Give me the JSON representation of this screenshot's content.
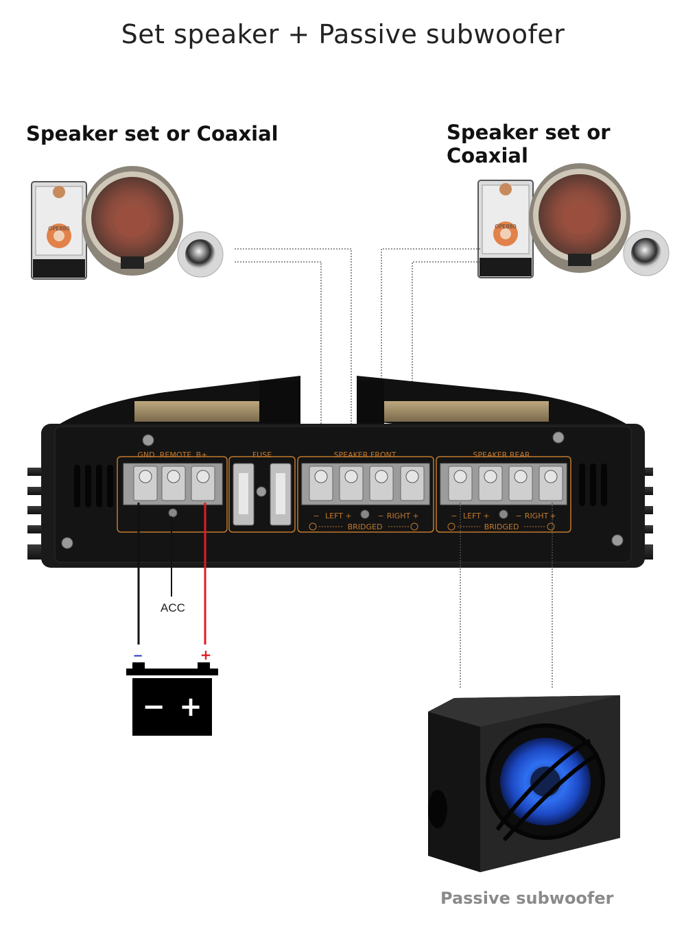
{
  "title": "Set speaker + Passive subwoofer",
  "speaker_left_caption": "Speaker set or Coaxial",
  "speaker_right_caption": "Speaker set or Coaxial",
  "speaker_label": "OPE880",
  "amp": {
    "power_group": {
      "gnd": "GND",
      "remote": "REMOTE",
      "bplus": "B+"
    },
    "fuse_label": "FUSE",
    "front_label": "SPEAKER FRONT",
    "rear_label": "SPEAKER REAR",
    "left": "LEFT",
    "right": "RIGHT",
    "bridged": "BRIDGED",
    "minus": "−",
    "plus": "+"
  },
  "acc_label": "ACC",
  "battery": {
    "neg": "−",
    "pos": "+"
  },
  "subwoofer_caption": "Passive subwoofer",
  "colors": {
    "positive_wire": "#e31b23",
    "negative_mark": "#2a3bd1",
    "panel_line": "#c27a2c",
    "amp_body": "#141414"
  }
}
